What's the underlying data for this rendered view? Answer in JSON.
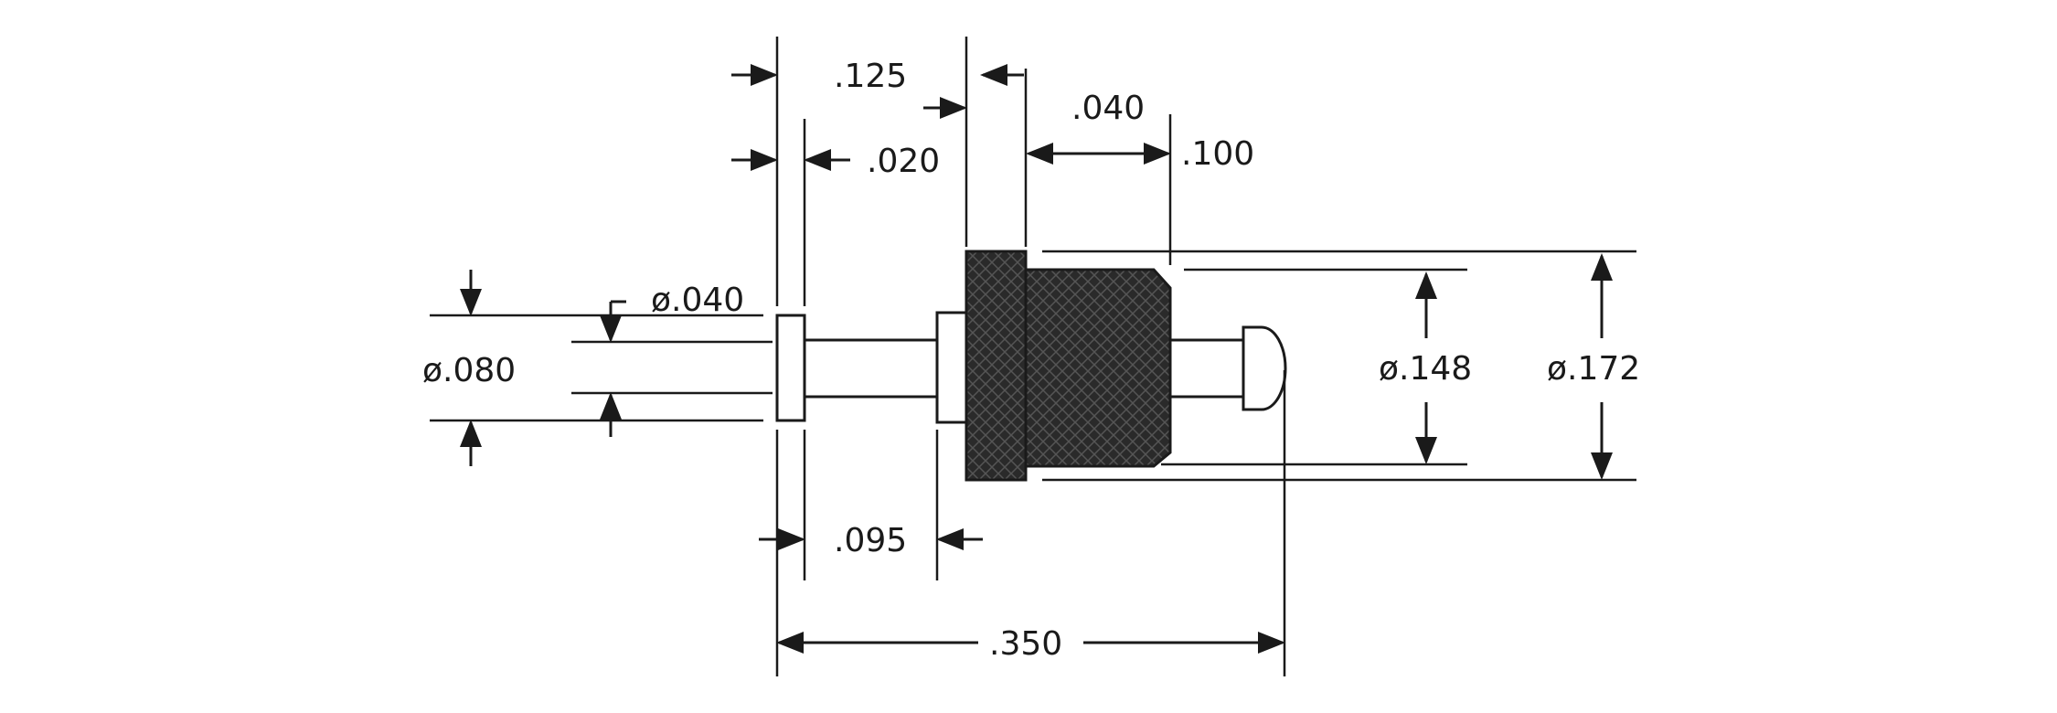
{
  "dimensions": {
    "head_thickness": ".125",
    "flange_thickness": ".020",
    "collar_width": ".040",
    "body_length": ".100",
    "pin_diameter_small": "ø.040",
    "flange_diameter": "ø.080",
    "body_diameter": "ø.148",
    "head_diameter": "ø.172",
    "shank_length": ".095",
    "overall_length": ".350"
  },
  "colors": {
    "ink": "#1a1a1a",
    "knurl_fill": "#2a2a2a",
    "paper": "#ffffff"
  }
}
